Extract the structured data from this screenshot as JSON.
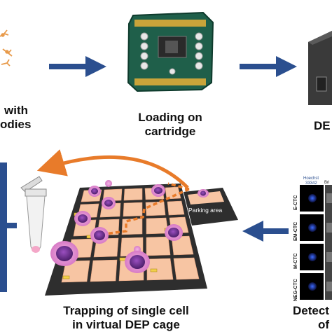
{
  "captions": {
    "with_line1": "with",
    "with_line2": "odies",
    "loading_line1": "Loading on",
    "loading_line2": "cartridge",
    "de": "DE",
    "trap_line1": "Trapping of single cell",
    "trap_line2": "in virtual DEP cage",
    "detect_line1": "Detect",
    "detect_line2": "of"
  },
  "parking_area": "Parking area",
  "panel": {
    "col_header": "Hoechst\n33342",
    "col_header2": "Bri",
    "rows": [
      "E-CTC",
      "EM-CTC",
      "M-CTC",
      "NEG-CTC"
    ]
  },
  "colors": {
    "arrow_blue": "#2b4f8f",
    "arrow_orange": "#e87b2a",
    "grid_peach": "#f7c5a3",
    "grid_frame": "#2e2e2e",
    "cell_pink": "#e48fd3",
    "nucleus_purple": "#6a2a8c"
  }
}
